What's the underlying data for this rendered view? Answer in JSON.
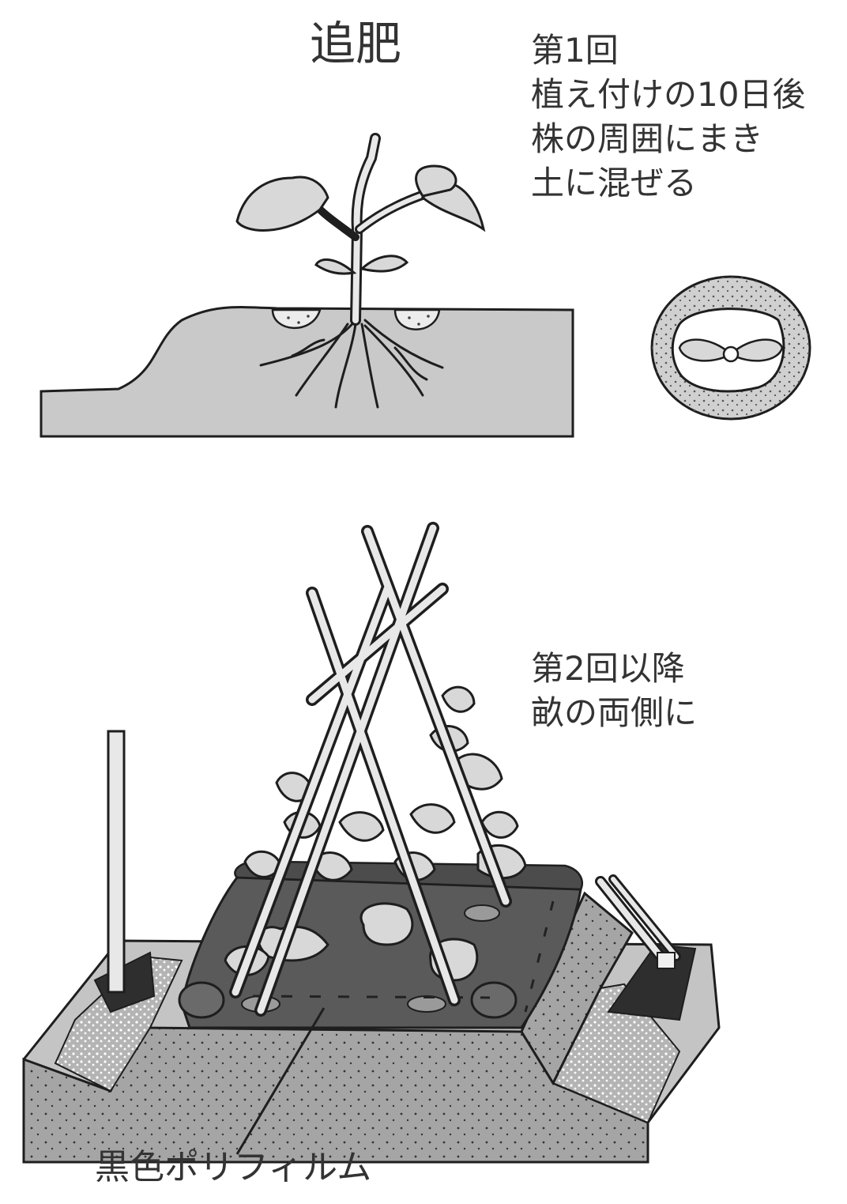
{
  "title": "追肥",
  "first_application": {
    "lines": [
      "第1回",
      "植え付けの10日後",
      "株の周囲にまき",
      "土に混ぜる"
    ]
  },
  "second_application": {
    "lines": [
      "第2回以降",
      "畝の両側に"
    ]
  },
  "film_label": "黒色ポリフィルム",
  "colors": {
    "soil": "#c9c9c9",
    "soil_dark": "#8f8f8f",
    "film": "#5a5a5a",
    "line": "#1e1e1e",
    "leaf": "#d8d8d8",
    "text": "#333333"
  }
}
